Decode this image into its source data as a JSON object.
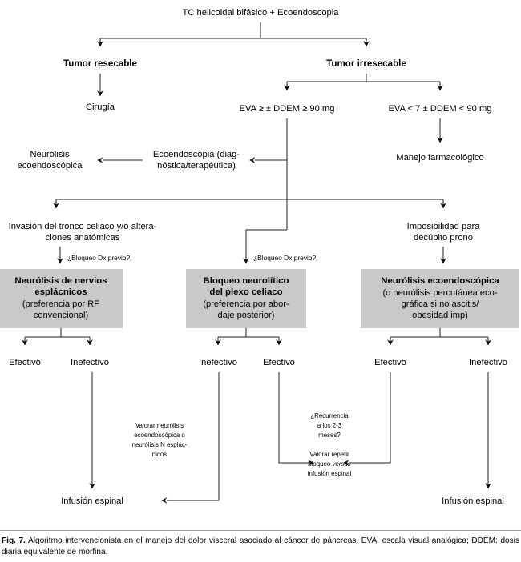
{
  "figure": {
    "caption_label": "Fig. 7.",
    "caption_text": "Algoritmo intervencionista en el manejo del dolor visceral asociado al cáncer de páncreas. EVA: escala visual analógica; DDEM: dosis diaria equivalente de morfina."
  },
  "colors": {
    "box_fill": "#c9c9c9",
    "line": "#222222",
    "text": "#000000",
    "background": "#ffffff"
  },
  "chart_data": {
    "type": "diagram",
    "title": "Algoritmo intervencionista en el manejo del dolor visceral asociado al cáncer de páncreas"
  },
  "nodes": {
    "root": "TC helicoidal bifásico + Ecoendoscopia",
    "tumor_resecable": "Tumor resecable",
    "tumor_irresecable": "Tumor irresecable",
    "cirugia": "Cirugía",
    "eva_high": "EVA ≥ ± DDEM ≥ 90 mg",
    "eva_low": "EVA < 7 ± DDEM < 90 mg",
    "manejo_farmacologico": "Manejo farmacológico",
    "ecoendoscopia_l1": "Ecoendoscopia (diag-",
    "ecoendoscopia_l2": "nóstica/terapéutica)",
    "neurolisis_eco_l1": "Neurólisis",
    "neurolisis_eco_l2": "ecoendoscópica",
    "invasion_l1": "Invasión del tronco celiaco y/o altera-",
    "invasion_l2": "ciones anatómicas",
    "imposibilidad_l1": "Imposibilidad para",
    "imposibilidad_l2": "decúbito prono"
  },
  "edge_labels": {
    "bloqueo_dx_left": "¿Bloqueo Dx previo?",
    "bloqueo_dx_mid": "¿Bloqueo Dx previo?"
  },
  "gray_boxes": [
    {
      "id": "neurolisis-nervios-esplacnicos",
      "title": [
        "Neurólisis de nervios",
        "esplácnicos"
      ],
      "sub": [
        "(preferencia por RF",
        "convencional)"
      ]
    },
    {
      "id": "bloqueo-neurolitico-plexo-celiaco",
      "title": [
        "Bloqueo neurolítico",
        "del plexo celiaco"
      ],
      "sub": [
        "(preferencia por abor-",
        "daje posterior)"
      ]
    },
    {
      "id": "neurolisis-ecoendoscopica",
      "title": [
        "Neurólisis ecoendoscópica"
      ],
      "sub": [
        "(o neurólisis percutánea eco-",
        "gráfica si no ascitis/",
        "obesidad imp)"
      ]
    }
  ],
  "outcomes": {
    "left_effective": "Efectivo",
    "left_ineffective": "Inefectivo",
    "mid_ineffective": "Inefectivo",
    "mid_effective": "Efectivo",
    "right_effective": "Efectivo",
    "right_ineffective": "Inefectivo"
  },
  "annotations": {
    "valorar_neurolisis": [
      "Valorar neurólisis",
      "ecoendoscópica o",
      "neurólisis N esplác-",
      "nicos"
    ],
    "recurrencia": [
      "¿Recurrencia",
      "a los 2-3",
      "meses?"
    ],
    "valorar_repetir_l1": "Valorar repetir",
    "valorar_repetir_l2_a": "bloqueo ",
    "valorar_repetir_l2_em": "versus",
    "valorar_repetir_l3": "infusión espinal"
  },
  "terminals": {
    "infusion_left": "Infusión espinal",
    "infusion_right": "Infusión espinal"
  }
}
